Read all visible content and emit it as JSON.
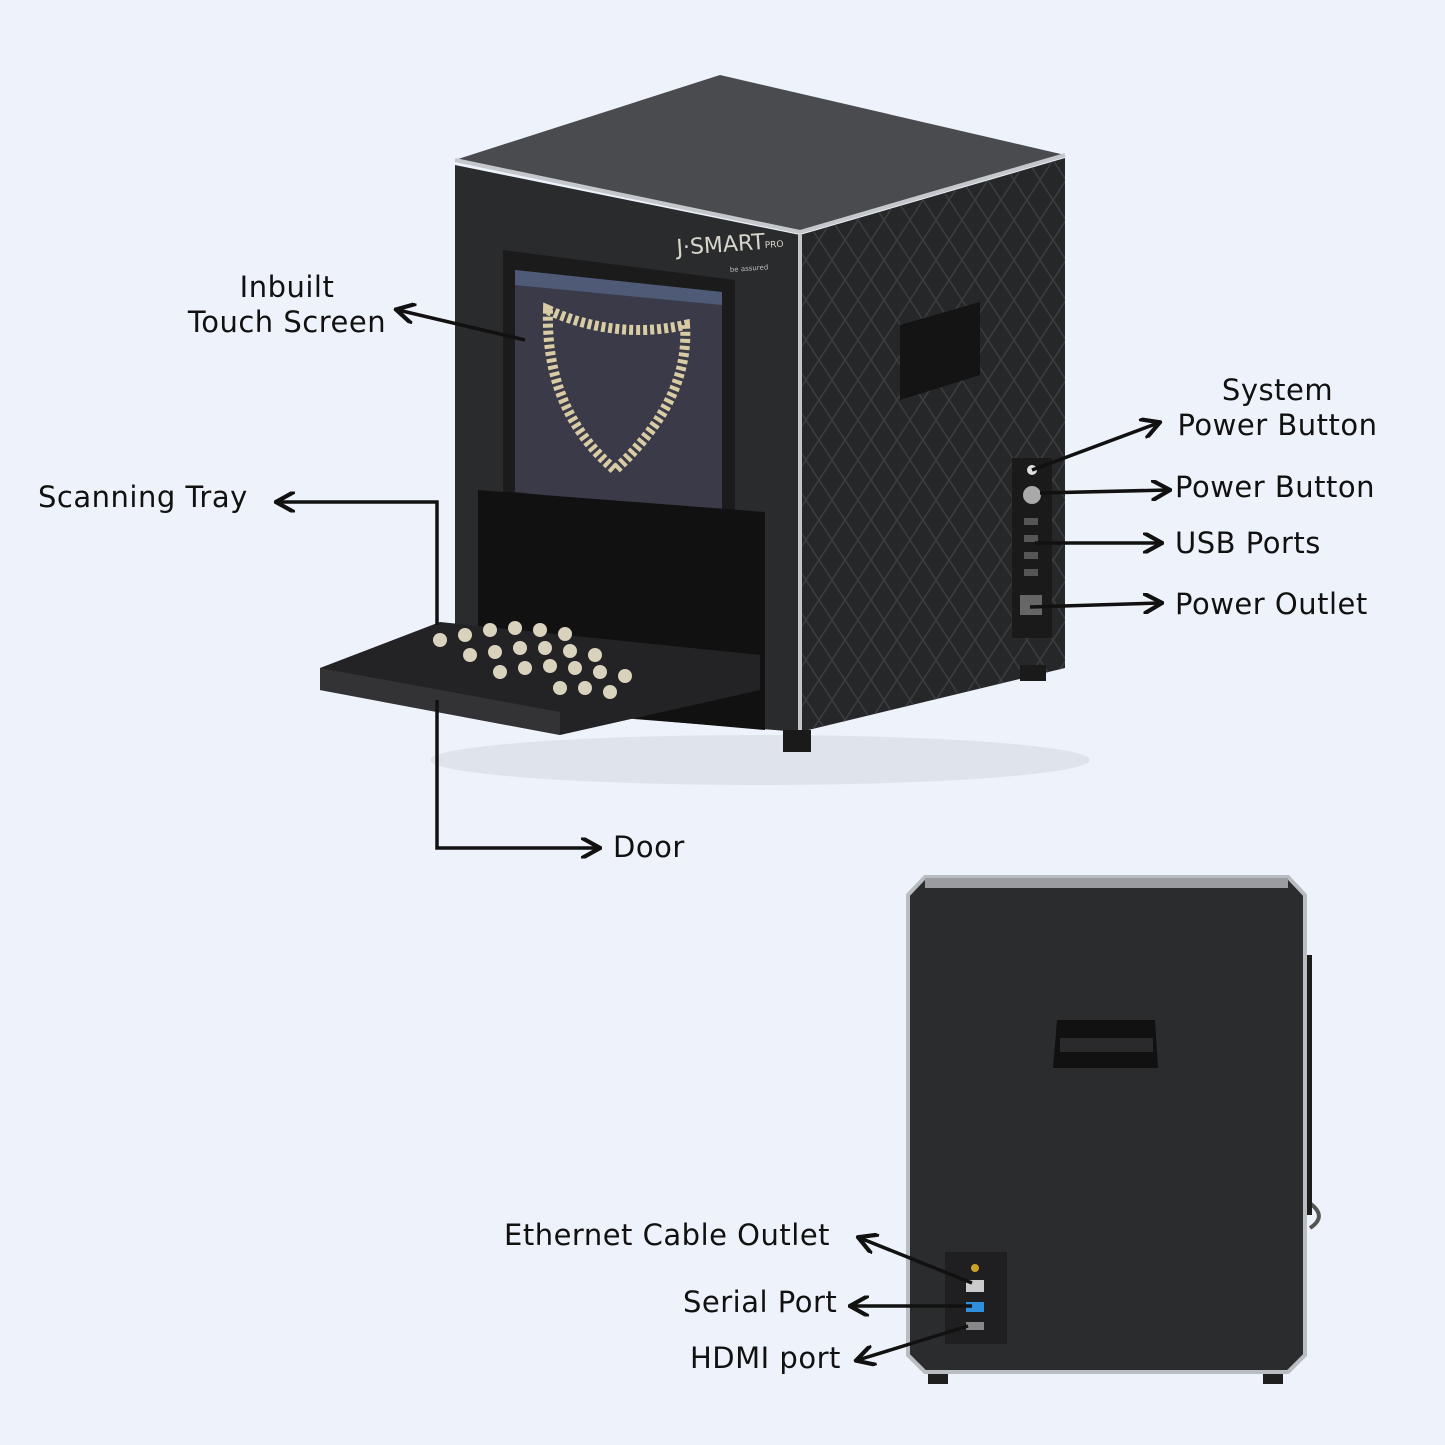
{
  "product": {
    "logo": "J·SMART PRO",
    "tagline": "be assured"
  },
  "colors": {
    "background": "#eef3fb",
    "body": "#2b2c2e",
    "trim": "#b9bcc0",
    "serial_port": "#2f8fdc",
    "antenna": "#c9a227"
  },
  "labels": {
    "touch_screen_line1": "Inbuilt",
    "touch_screen_line2": "Touch Screen",
    "scanning_tray": "Scanning Tray",
    "door": "Door",
    "system_power_line1": "System",
    "system_power_line2": "Power Button",
    "power_button": "Power Button",
    "usb_ports": "USB Ports",
    "power_outlet": "Power Outlet",
    "ethernet": "Ethernet Cable Outlet",
    "serial_port": "Serial Port",
    "hdmi_port": "HDMI port"
  }
}
